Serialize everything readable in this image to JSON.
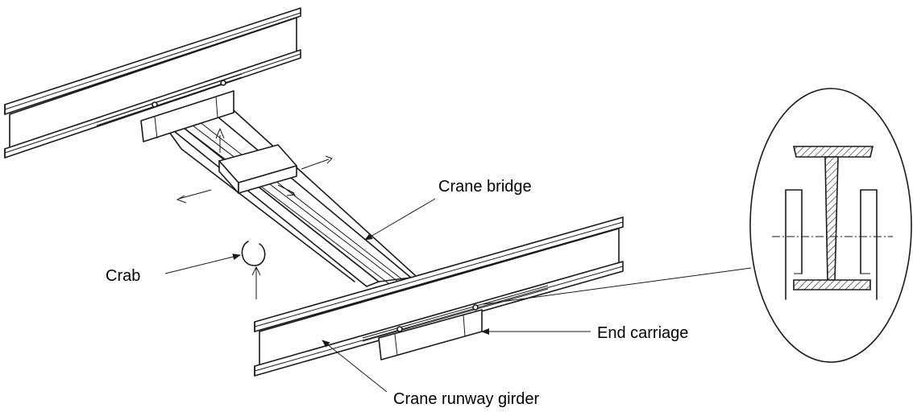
{
  "labels": {
    "crane_bridge": "Crane bridge",
    "crab": "Crab",
    "end_carriage": "End carriage",
    "crane_runway_girder": "Crane runway girder"
  }
}
